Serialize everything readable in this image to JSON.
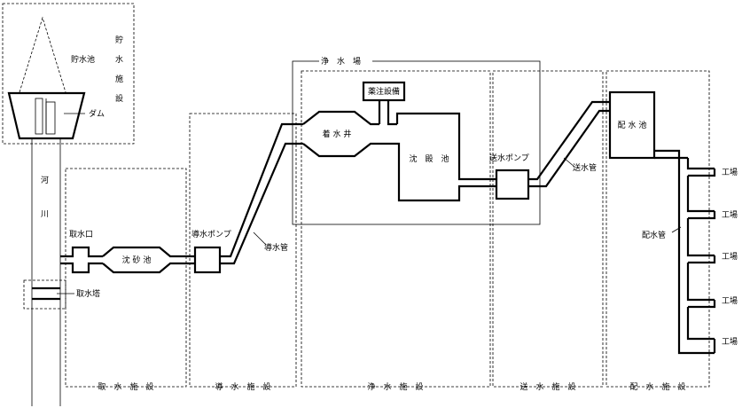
{
  "labels": {
    "reservoir_vertical": [
      "貯",
      "水",
      "施",
      "設"
    ],
    "reservoir": "貯水池",
    "dam": "ダム",
    "river": [
      "河",
      "川"
    ],
    "intake_gate": "取水口",
    "grit_chamber": "沈 砂 池",
    "intake_tower": "取水塔",
    "conveyance_pump": "導水ポンプ",
    "conveyance_pipe": "導水管",
    "purification_plant": "浄　水　場",
    "receiving_well": "着 水 井",
    "chemical_feed": "薬注設備",
    "sedimentation": "沈　殿　池",
    "transmission_pump": "送水ポンプ",
    "transmission_pipe": "送水管",
    "distribution_reservoir": "配 水 池",
    "distribution_pipe": "配水管",
    "factory": "工場"
  },
  "facilities": [
    "取　水　施　設",
    "導　水　施　設",
    "浄　水　施　設",
    "送　水　施　設",
    "配　水　施　設"
  ]
}
